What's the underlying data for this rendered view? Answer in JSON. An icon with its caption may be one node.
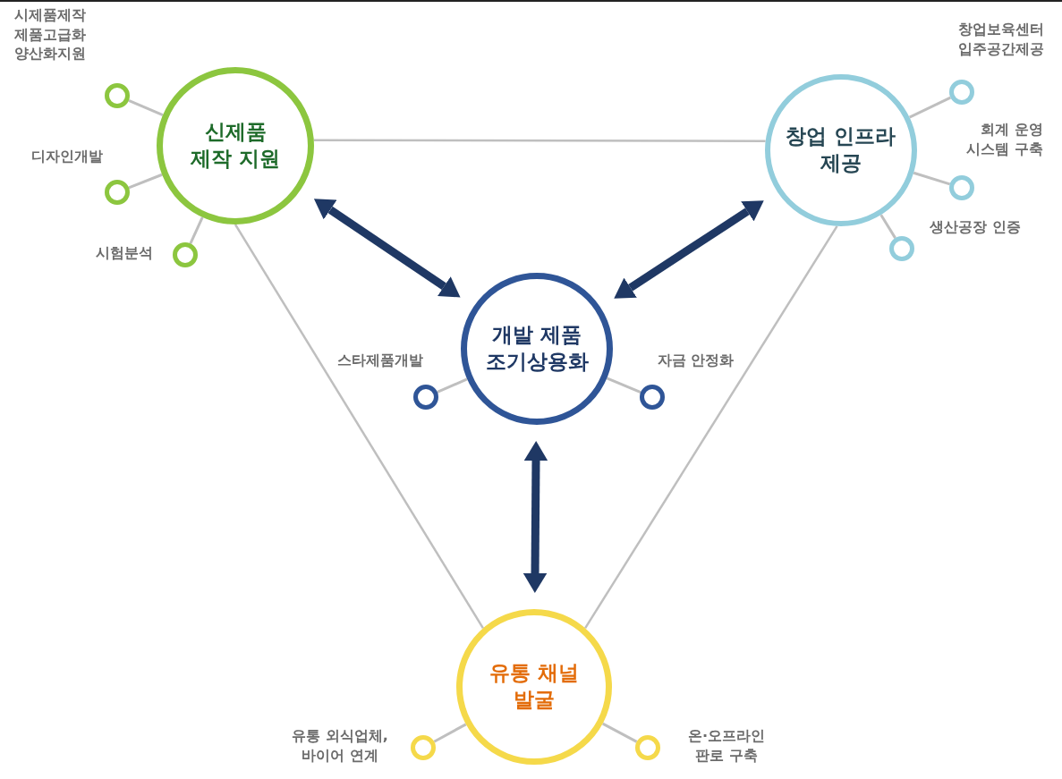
{
  "diagram": {
    "nodes": [
      {
        "text": [
          "신제품 제작 지원"
        ]
      },
      {
        "text": [],
        "shape": "circle",
        "beside": [
          "시제품제작 제품고급화 양산화지원"
        ]
      },
      {
        "text": [],
        "shape": "circle",
        "beside": [
          "디자인개발"
        ]
      },
      {
        "text": [],
        "shape": "circle",
        "beside": [
          "시험분석"
        ]
      },
      {
        "text": [
          "창업 인프라 제공"
        ]
      },
      {
        "text": [],
        "shape": "circle",
        "beside": [
          "창업보육센터 입주공간제공"
        ]
      },
      {
        "text": [],
        "shape": "circle",
        "beside": [
          "회계 운영 시스템 구축"
        ]
      },
      {
        "text": [],
        "shape": "circle",
        "beside": [
          "생산공장 인증"
        ]
      },
      {
        "text": [
          "개발 제품 조기상용화"
        ]
      },
      {
        "text": [],
        "shape": "circle",
        "beside": [
          "스타제품개발"
        ]
      },
      {
        "text": [],
        "shape": "circle",
        "beside": [
          "자금 안정화"
        ]
      },
      {
        "text": [
          "유통 채널 발굴"
        ]
      },
      {
        "text": [],
        "shape": "circle",
        "beside": [
          "유통 외식업체, 바이어 연계"
        ]
      },
      {
        "text": [],
        "shape": "circle",
        "beside": [
          "온·오프라인 판로 구축"
        ]
      }
    ],
    "edges": [
      {
        "from": 0,
        "to": 4,
        "arrow": "none"
      },
      {
        "from": 0,
        "to": 11,
        "arrow": "none"
      },
      {
        "from": 4,
        "to": 11,
        "arrow": "none"
      },
      {
        "from": 0,
        "to": 8,
        "arrow": "both",
        "style": "thick",
        "color": "#1f3864"
      },
      {
        "from": 4,
        "to": 8,
        "arrow": "both",
        "style": "thick",
        "color": "#1f3864"
      },
      {
        "from": 8,
        "to": 11,
        "arrow": "both",
        "style": "thick",
        "color": "#1f3864"
      },
      {
        "from": 0,
        "to": 1,
        "arrow": "none"
      },
      {
        "from": 0,
        "to": 2,
        "arrow": "none"
      },
      {
        "from": 0,
        "to": 3,
        "arrow": "none"
      },
      {
        "from": 4,
        "to": 5,
        "arrow": "none"
      },
      {
        "from": 4,
        "to": 6,
        "arrow": "none"
      },
      {
        "from": 4,
        "to": 7,
        "arrow": "none"
      },
      {
        "from": 8,
        "to": 9,
        "arrow": "none"
      },
      {
        "from": 8,
        "to": 10,
        "arrow": "none"
      },
      {
        "from": 11,
        "to": 12,
        "arrow": "none"
      },
      {
        "from": 11,
        "to": 13,
        "arrow": "none"
      }
    ]
  }
}
